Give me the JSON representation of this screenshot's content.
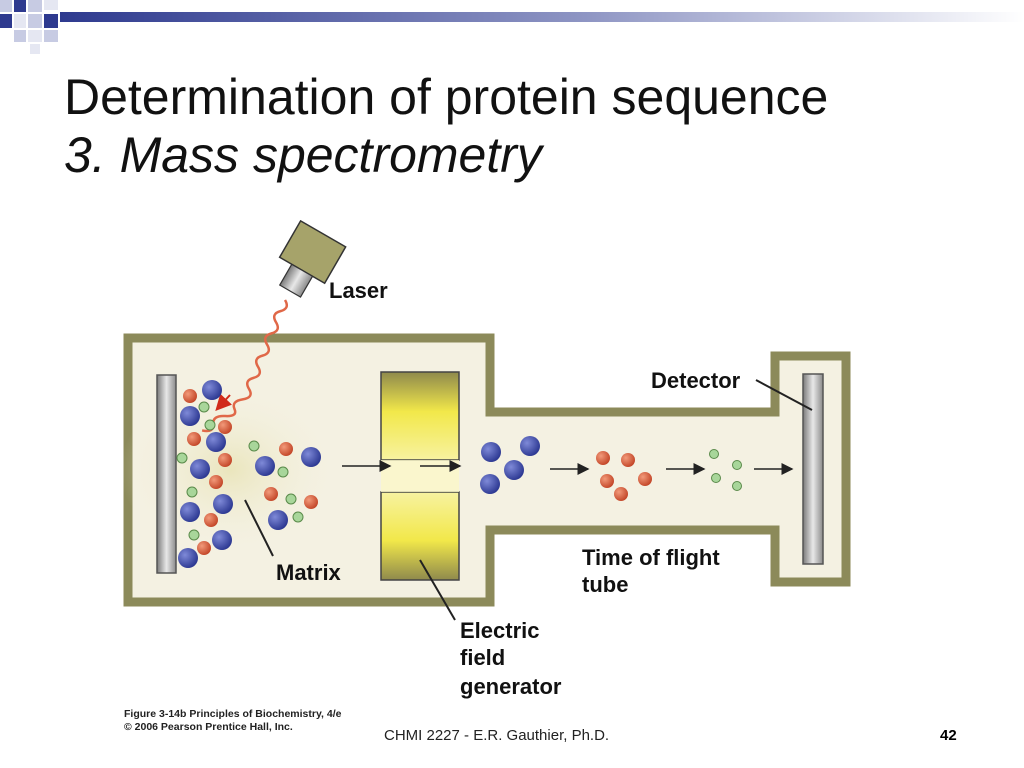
{
  "slide": {
    "title_line1": "Determination of protein sequence",
    "title_line2": "3. Mass spectrometry",
    "footer": "CHMI 2227 - E.R. Gauthier, Ph.D.",
    "page_number": "42"
  },
  "figure": {
    "labels": {
      "laser": "Laser",
      "detector": "Detector",
      "matrix": "Matrix",
      "tof_line1": "Time of flight",
      "tof_line2": "tube",
      "efg_line1": "Electric",
      "efg_line2": "field",
      "efg_line3": "generator"
    },
    "caption_line1": "Figure 3-14b  Principles of Biochemistry, 4/e",
    "caption_line2": "© 2006 Pearson Prentice Hall, Inc."
  },
  "colors": {
    "header_blue": "#2e3a8f",
    "chamber_outline": "#8c8a5a",
    "chamber_fill": "#f4f1e2",
    "field_plate": "#8f8a4c",
    "field_glow": "#f2e84a",
    "large_ion": "#3a4aa8",
    "medium_ion": "#d9583a",
    "small_ion": "#a8d69a",
    "laser_beam": "#e06848"
  },
  "icons": [
    "laser-device-icon",
    "detector-plate-icon",
    "sample-plate-icon"
  ]
}
